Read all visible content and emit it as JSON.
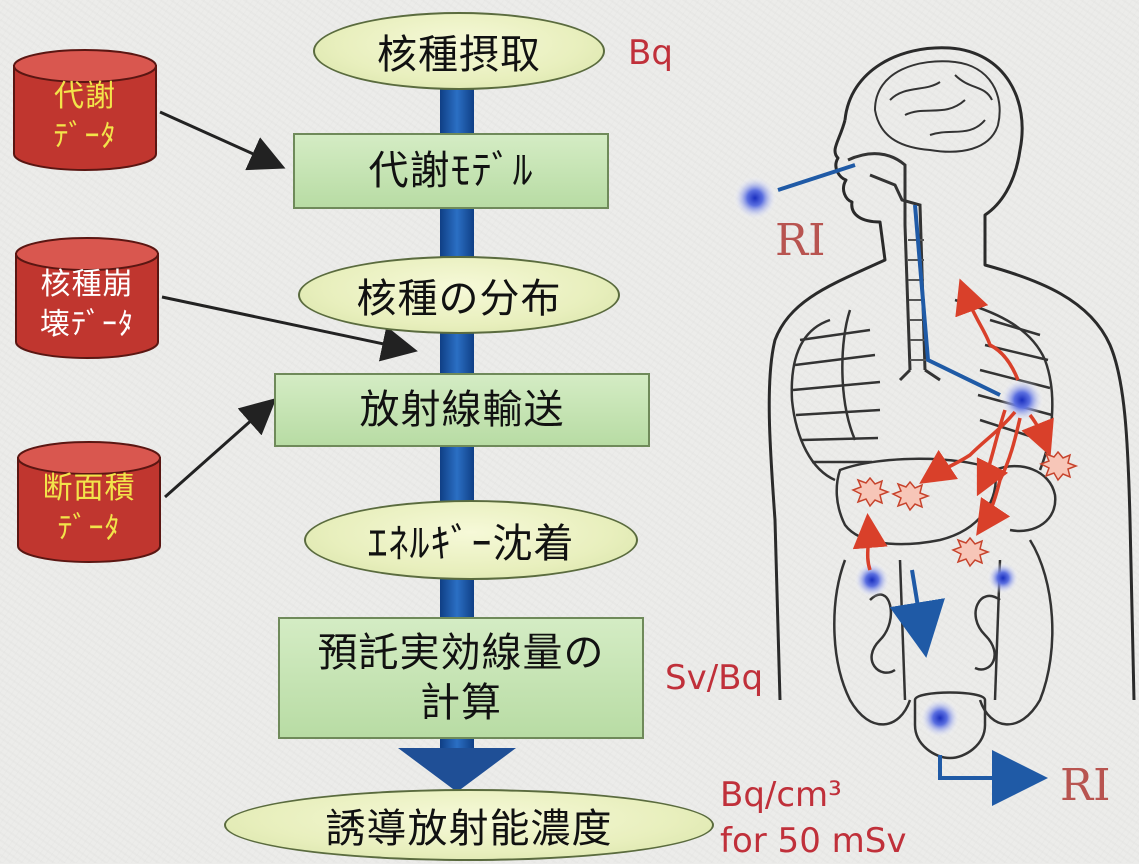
{
  "flow": {
    "uptake": "核種摂取",
    "metabolic_model": "代謝ﾓﾃﾞﾙ",
    "distribution": "核種の分布",
    "radiation_transport": "放射線輸送",
    "energy_deposition": "ｴﾈﾙｷﾞｰ沈着",
    "dose_calc_line1": "預託実効線量の",
    "dose_calc_line2": "計算",
    "derived_concentration": "誘導放射能濃度"
  },
  "inputs": {
    "metabolic_data": "代謝\nﾃﾞｰﾀ",
    "decay_data": "核種崩\n壊ﾃﾞｰﾀ",
    "cross_section_data": "断面積\nﾃﾞｰﾀ"
  },
  "units": {
    "bq": "Bq",
    "sv_per_bq": "Sv/Bq",
    "concentration": "Bq/cm³\nfor 50 mSv"
  },
  "body": {
    "ri_intake": "RI",
    "ri_excretion": "RI"
  },
  "colors": {
    "cylinder_red": "#c0362f",
    "label_yellow": "#f2e44a",
    "unit_red": "#c0303a",
    "arrow_blue": "#1f5aa6",
    "box_green": "#c4e3b0",
    "ellipse_fill": "#eef3c8",
    "emission_red": "#d9402a"
  }
}
